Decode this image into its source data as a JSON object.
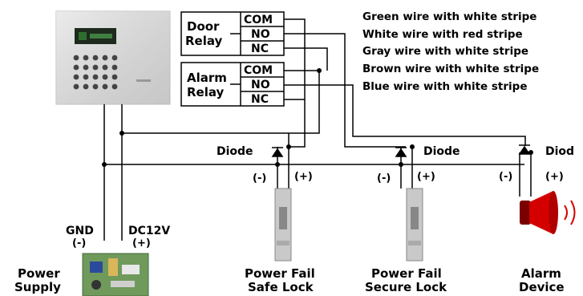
{
  "relays": {
    "door": {
      "label_line1": "Door",
      "label_line2": "Relay",
      "terminals": [
        "COM",
        "NO",
        "NC"
      ]
    },
    "alarm": {
      "label_line1": "Alarm",
      "label_line2": "Relay",
      "terminals": [
        "COM",
        "NO",
        "NC"
      ]
    }
  },
  "wire_legend": [
    "Green wire with white stripe",
    "White wire with red stripe",
    "Gray wire with white stripe",
    "Brown wire with white stripe",
    "Blue wire with white stripe"
  ],
  "diodes": {
    "label1": "Diode",
    "label2": "Diode",
    "label3": "Diod"
  },
  "polarity": {
    "neg": "(-)",
    "pos": "(+)"
  },
  "power": {
    "gnd": "GND",
    "gnd_sign": "(-)",
    "dc": "DC12V",
    "dc_sign": "(+)"
  },
  "captions": {
    "power_supply_1": "Power",
    "power_supply_2": "Supply",
    "safe_lock_1": "Power Fail",
    "safe_lock_2": "Safe Lock",
    "secure_lock_1": "Power Fail",
    "secure_lock_2": "Secure Lock",
    "alarm_device_1": "Alarm",
    "alarm_device_2": "Device"
  },
  "colors": {
    "line": "#000000",
    "keypad": "#d8d8d8",
    "siren": "#d40000",
    "pcb": "#6f9a5c"
  }
}
